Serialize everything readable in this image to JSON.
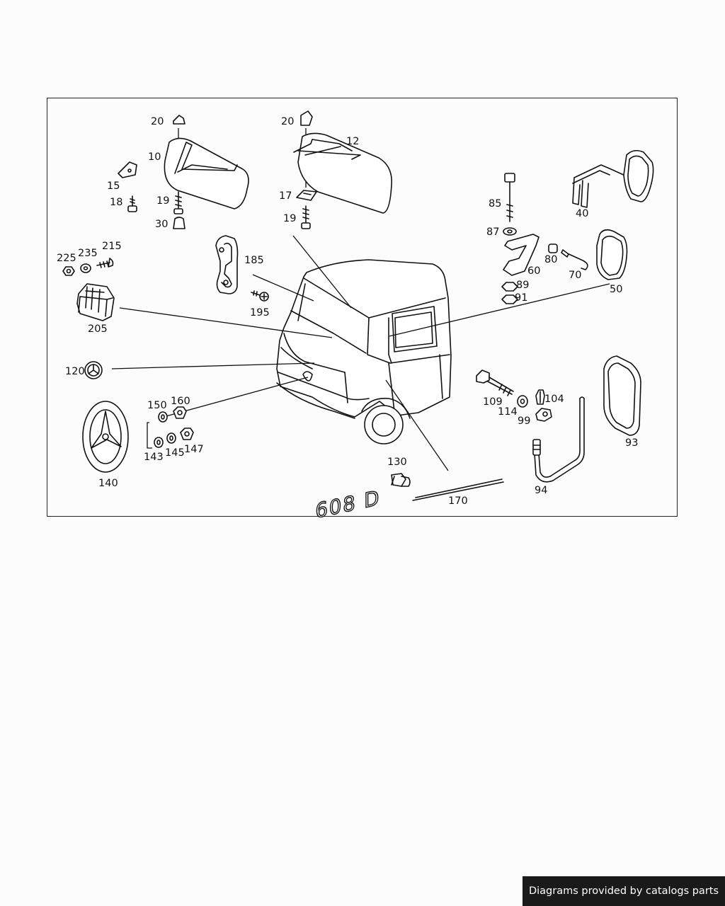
{
  "credit": "Diagrams provided by catalogs parts",
  "labels": {
    "l20a": "20",
    "l10": "10",
    "l15": "15",
    "l18": "18",
    "l19a": "19",
    "l30": "30",
    "l20b": "20",
    "l12": "12",
    "l17": "17",
    "l19b": "19",
    "l85": "85",
    "l87": "87",
    "l80": "80",
    "l70": "70",
    "l60": "60",
    "l89": "89",
    "l91": "91",
    "l40": "40",
    "l50": "50",
    "l225": "225",
    "l235": "235",
    "l215": "215",
    "l205": "205",
    "l185": "185",
    "l195": "195",
    "l120": "120",
    "l150": "150",
    "l160": "160",
    "l143": "143",
    "l145": "145",
    "l147": "147",
    "l140": "140",
    "l109": "109",
    "l114": "114",
    "l104": "104",
    "l99": "99",
    "l94": "94",
    "l93": "93",
    "l130": "130",
    "l170": "170"
  },
  "badge_text": "608 D"
}
